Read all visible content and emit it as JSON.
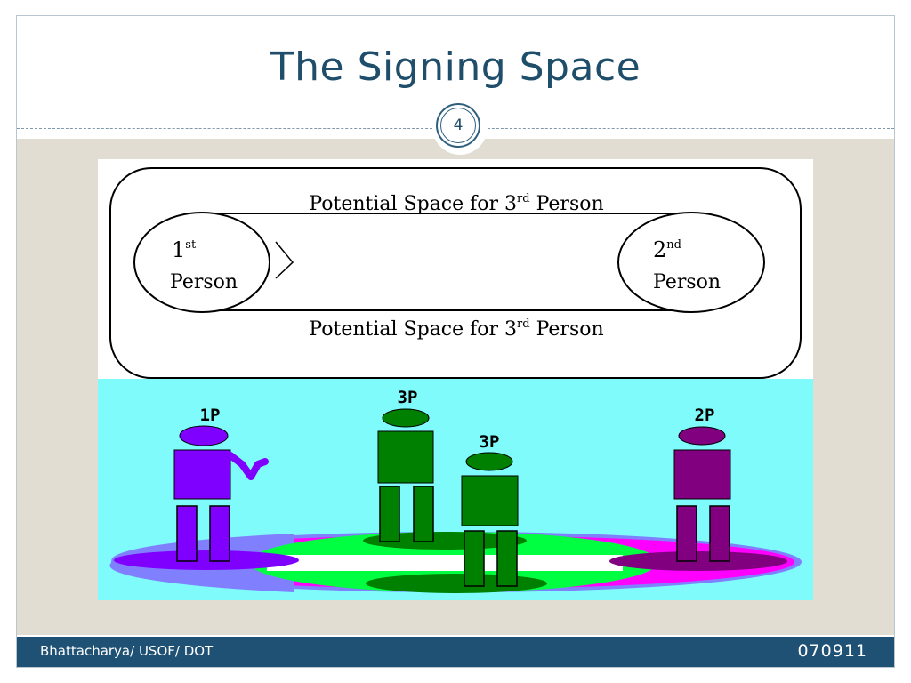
{
  "slide": {
    "title": "The Signing Space",
    "page_number": "4"
  },
  "footer": {
    "left": "Bhattacharya/ USOF/ DOT",
    "right": "070911"
  },
  "diagram": {
    "top_label_main": "Potential Space for 3",
    "top_label_sup": "rd",
    "top_label_end": " Person",
    "bottom_label_main": "Potential Space for 3",
    "bottom_label_sup": "rd",
    "bottom_label_end": " Person",
    "first_num": "1",
    "first_sup": "st",
    "first_word": "Person",
    "second_num": "2",
    "second_sup": "nd",
    "second_word": "Person"
  },
  "figures": {
    "first_label": "1P",
    "second_label": "2P",
    "third_label_a": "3P",
    "third_label_b": "3P",
    "colors": {
      "background": "#7ffbfb",
      "first_person": "#8000ff",
      "second_person": "#800080",
      "third_person": "#008000",
      "light_green": "#00ff40",
      "magenta": "#ff00ff",
      "lavender": "#8080ff"
    }
  }
}
